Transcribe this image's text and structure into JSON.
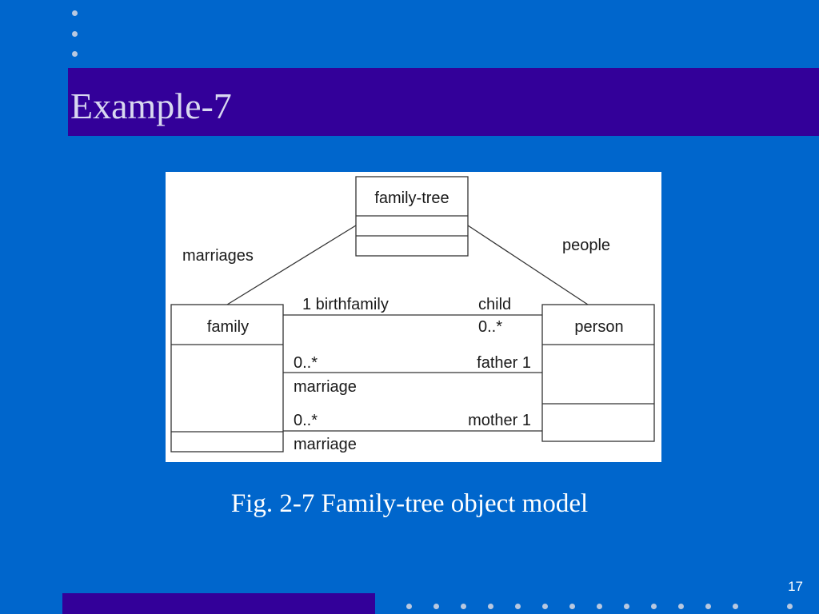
{
  "slide": {
    "title": "Example-7",
    "caption": "Fig. 2-7 Family-tree object model",
    "page_number": "17"
  },
  "diagram": {
    "classes": {
      "family_tree": "family-tree",
      "family": "family",
      "person": "person"
    },
    "associations": {
      "marriages": "marriages",
      "people": "people",
      "birthfamily": "1 birthfamily",
      "child": "child",
      "child_multiplicity": "0..*",
      "father_family_multiplicity": "0..*",
      "father_role": "father 1",
      "father_assoc_name": "marriage",
      "mother_family_multiplicity": "0..*",
      "mother_role": "mother 1",
      "mother_assoc_name": "marriage"
    }
  },
  "colors": {
    "background": "#0066cc",
    "title_bar": "#330099",
    "title_text": "#d8d8f0",
    "diagram_bg": "#ffffff",
    "diagram_ink": "#1a1a1a"
  }
}
